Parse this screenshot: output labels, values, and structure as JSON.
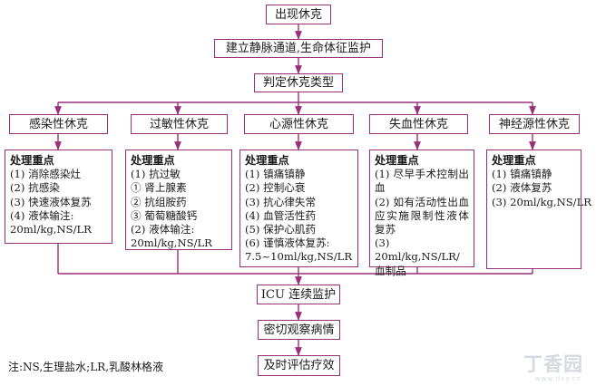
{
  "flow": {
    "step1": "出现休克",
    "step2": "建立静脉通道,生命体征监护",
    "step3": "判定休克类型",
    "step4": "ICU 连续监护",
    "step5": "密切观察病情",
    "step6": "及时评估疗效"
  },
  "types": [
    {
      "label": "感染性休克",
      "heading": "处理重点",
      "lines": [
        "(1) 消除感染灶",
        "(2) 抗感染",
        "(3) 快速液体复苏",
        "(4) 液体输注:",
        "20ml/kg,NS/LR"
      ]
    },
    {
      "label": "过敏性休克",
      "heading": "处理重点",
      "lines": [
        "(1) 抗过敏",
        "① 肾上腺素",
        "② 抗组胺药",
        "③ 葡萄糖酸钙",
        "(2) 液体输注:",
        "20ml/kg,NS/LR"
      ]
    },
    {
      "label": "心源性休克",
      "heading": "处理重点",
      "lines": [
        "(1) 镇痛镇静",
        "(2) 控制心衰",
        "(3) 抗心律失常",
        "(4) 血管活性药",
        "(5) 保护心肌药",
        "(6) 谨慎液体复苏:",
        "7.5~10ml/kg,NS/LR"
      ]
    },
    {
      "label": "失血性休克",
      "heading": "处理重点",
      "lines": [
        "(1) 尽早手术控制出血",
        "(2) 如有活动性出血应实施限制性液体复苏",
        "(3) 20ml/kg,NS/LR/血制品"
      ]
    },
    {
      "label": "神经源性休克",
      "heading": "处理重点",
      "lines": [
        "(1) 镇痛镇静",
        "(2) 液体复苏",
        "(3) 20ml/kg,NS/LR"
      ]
    }
  ],
  "footnote": "注:NS,生理盐水;LR,乳酸林格液",
  "watermark": {
    "main": "丁香园",
    "sub": "www.dxy.cn"
  },
  "colors": {
    "stroke": "#9b2f7a",
    "text": "#1a1a1a",
    "watermark": "#c8ced6"
  }
}
